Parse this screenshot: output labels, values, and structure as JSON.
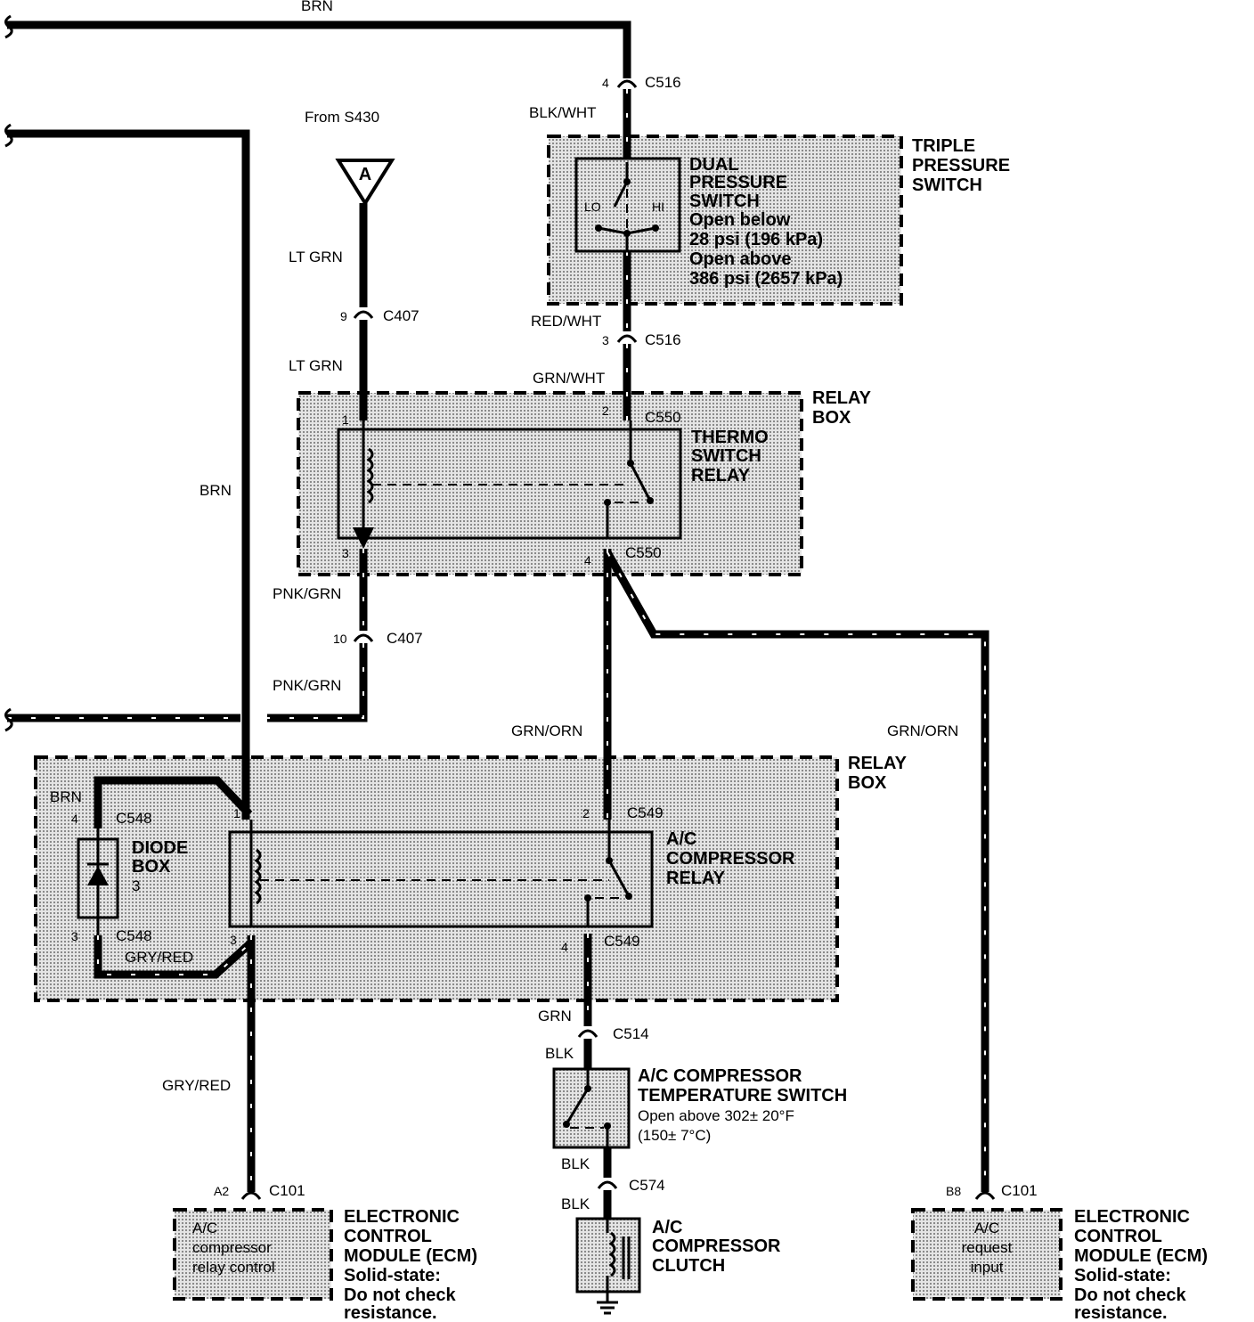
{
  "wires": {
    "brn_top": "BRN",
    "brn_mid": "BRN",
    "brn_diode": "BRN",
    "blk_wht": "BLK/WHT",
    "red_wht": "RED/WHT",
    "grn_wht": "GRN/WHT",
    "lt_grn_1": "LT GRN",
    "lt_grn_2": "LT GRN",
    "pnk_grn_1": "PNK/GRN",
    "pnk_grn_2": "PNK/GRN",
    "grn_orn_1": "GRN/ORN",
    "grn_orn_2": "GRN/ORN",
    "gry_red_1": "GRY/RED",
    "gry_red_2": "GRY/RED",
    "grn": "GRN",
    "blk_1": "BLK",
    "blk_2": "BLK",
    "blk_3": "BLK"
  },
  "source": {
    "label": "From S430",
    "letter": "A"
  },
  "connectors": {
    "c516_top": {
      "pin": "4",
      "name": "C516"
    },
    "c516_bot": {
      "pin": "3",
      "name": "C516"
    },
    "c407_top": {
      "pin": "9",
      "name": "C407"
    },
    "c407_bot": {
      "pin": "10",
      "name": "C407"
    },
    "c550_p1": "1",
    "c550_p2": "2",
    "c550_top": "C550",
    "c550_p3": "3",
    "c550_p4": "4",
    "c550_bot": "C550",
    "c549_p1": "1",
    "c549_p2": "2",
    "c549_top": "C549",
    "c549_p3": "3",
    "c549_p4": "4",
    "c549_bot": "C549",
    "c548_top": {
      "pin": "4",
      "name": "C548"
    },
    "c548_bot": {
      "pin": "3",
      "name": "C548"
    },
    "c514": "C514",
    "c574": "C574",
    "c101_a": {
      "pin": "A2",
      "name": "C101"
    },
    "c101_b": {
      "pin": "B8",
      "name": "C101"
    }
  },
  "triple_pressure": {
    "title": [
      "TRIPLE",
      "PRESSURE",
      "SWITCH"
    ],
    "dual": [
      "DUAL",
      "PRESSURE",
      "SWITCH",
      "Open below",
      "28 psi (196 kPa)",
      "Open above",
      "386 psi (2657 kPa)"
    ],
    "lo": "LO",
    "hi": "HI"
  },
  "relay_box_1": {
    "title": [
      "RELAY",
      "BOX"
    ],
    "relay": [
      "THERMO",
      "SWITCH",
      "RELAY"
    ]
  },
  "relay_box_2": {
    "title": [
      "RELAY",
      "BOX"
    ],
    "relay": [
      "A/C",
      "COMPRESSOR",
      "RELAY"
    ],
    "diode": [
      "DIODE",
      "BOX",
      "3"
    ]
  },
  "temp_switch": {
    "lines": [
      "A/C COMPRESSOR",
      "TEMPERATURE SWITCH",
      "Open above 302± 20°F",
      "(150± 7°C)"
    ]
  },
  "clutch": {
    "lines": [
      "A/C",
      "COMPRESSOR",
      "CLUTCH"
    ]
  },
  "ecm_left": {
    "box": [
      "A/C",
      "compressor",
      "relay control"
    ],
    "lines": [
      "ELECTRONIC",
      "CONTROL",
      "MODULE (ECM)",
      "Solid-state:",
      "Do not check",
      "resistance."
    ]
  },
  "ecm_right": {
    "box": [
      "A/C",
      "request",
      "input"
    ],
    "lines": [
      "ELECTRONIC",
      "CONTROL",
      "MODULE (ECM)",
      "Solid-state:",
      "Do not check",
      "resistance."
    ]
  }
}
